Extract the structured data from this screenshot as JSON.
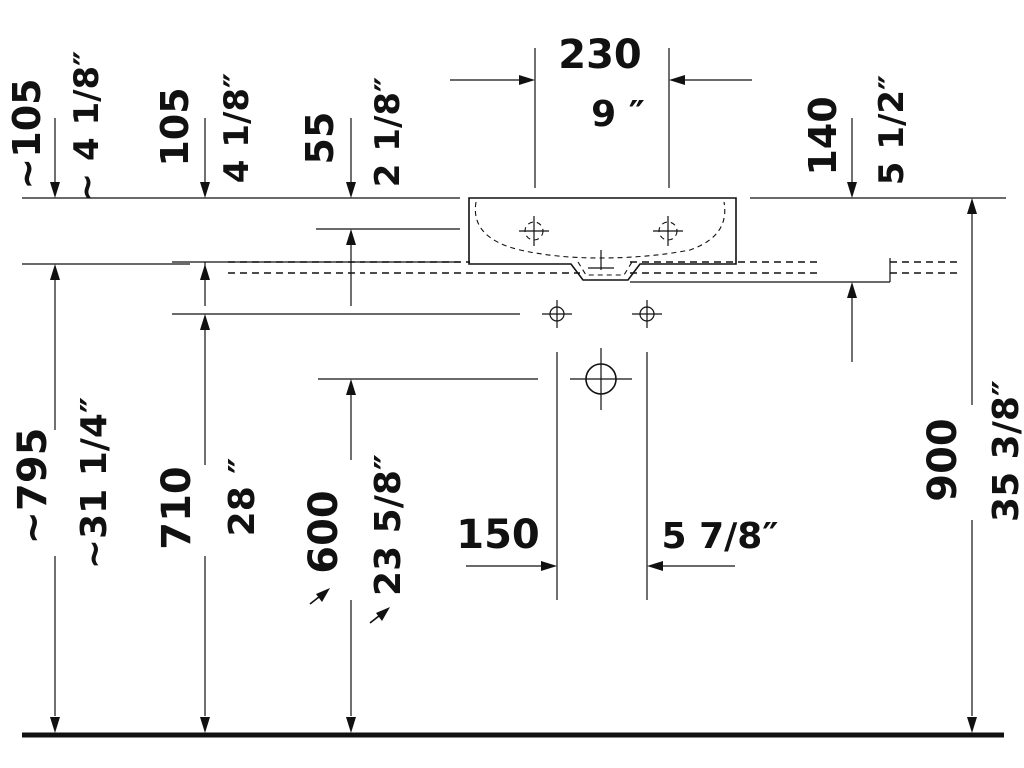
{
  "dimensions": {
    "bowl_width_mm": "230",
    "bowl_width_in": "9 ″",
    "overflow_left_mm": "~105",
    "overflow_left_in": "~ 4 1/8″",
    "rim_left_mm": "105",
    "rim_left_in": "4 1/8″",
    "rim_mid_mm": "55",
    "rim_mid_in": "2 1/8″",
    "rim_right_mm": "140",
    "rim_right_in": "5 1/2″",
    "height_total_left_mm": "~795",
    "height_total_left_in": "~31 1/4″",
    "height_mid_mm": "710",
    "height_mid_in": "28 ″",
    "height_600_mm": "600",
    "height_600_in": "23 5/8″",
    "height_total_right_mm": "900",
    "height_total_right_in": "35 3/8″",
    "spacing_mm": "150",
    "spacing_in": "5 7/8″"
  }
}
